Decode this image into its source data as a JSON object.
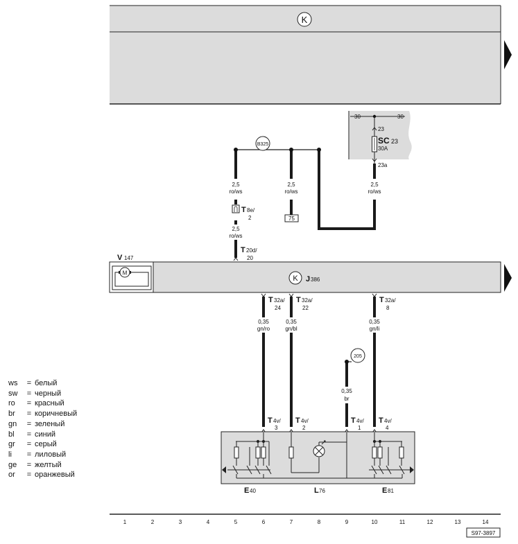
{
  "diagram_code": "S97-3897",
  "grid_numbers": [
    "1",
    "2",
    "3",
    "4",
    "5",
    "6",
    "7",
    "8",
    "9",
    "10",
    "11",
    "12",
    "13",
    "14"
  ],
  "header_symbol": "K",
  "unit_symbol": "K",
  "components": {
    "V147": {
      "main": "V",
      "sub": "147"
    },
    "J386": {
      "main": "J",
      "sub": "386"
    },
    "SC23": {
      "main": "SC",
      "sub": "23",
      "rating": "30A",
      "pin_top": "23",
      "pin_bottom": "23a"
    },
    "E40": {
      "main": "E",
      "sub": "40"
    },
    "L76": {
      "main": "L",
      "sub": "76"
    },
    "E81": {
      "main": "E",
      "sub": "81"
    }
  },
  "terminal_30_left": "30",
  "terminal_30_right": "30",
  "motor_symbol": "M",
  "ground_points": [
    "B325",
    "205"
  ],
  "connector_75": "75",
  "wires": [
    {
      "id": "w5a",
      "gauge": "2,5",
      "color": "ro/ws"
    },
    {
      "id": "w5b",
      "gauge": "2,5",
      "color": "ro/ws"
    },
    {
      "id": "w7",
      "gauge": "2,5",
      "color": "ro/ws"
    },
    {
      "id": "w10top",
      "gauge": "2,5",
      "color": "ro/ws"
    },
    {
      "id": "w6",
      "gauge": "0,35",
      "color": "gn/ro"
    },
    {
      "id": "w7b",
      "gauge": "0,35",
      "color": "gn/bl"
    },
    {
      "id": "w10b",
      "gauge": "0,35",
      "color": "gn/li"
    },
    {
      "id": "w9",
      "gauge": "0,35",
      "color": "br"
    }
  ],
  "connectors": [
    {
      "id": "T8e",
      "main": "T",
      "sub": "8e/",
      "pin": "2"
    },
    {
      "id": "T20d",
      "main": "T",
      "sub": "20d/",
      "pin": "20"
    },
    {
      "id": "T32a24",
      "main": "T",
      "sub": "32a/",
      "pin": "24"
    },
    {
      "id": "T32a22",
      "main": "T",
      "sub": "32a/",
      "pin": "22"
    },
    {
      "id": "T32a8",
      "main": "T",
      "sub": "32a/",
      "pin": "8"
    },
    {
      "id": "T4v3",
      "main": "T",
      "sub": "4v/",
      "pin": "3"
    },
    {
      "id": "T4v2",
      "main": "T",
      "sub": "4v/",
      "pin": "2"
    },
    {
      "id": "T4v1",
      "main": "T",
      "sub": "4v/",
      "pin": "1"
    },
    {
      "id": "T4v4",
      "main": "T",
      "sub": "4v/",
      "pin": "4"
    }
  ],
  "legend": [
    {
      "abbr": "ws",
      "eq": "=",
      "text": "белый"
    },
    {
      "abbr": "sw",
      "eq": "=",
      "text": "черный"
    },
    {
      "abbr": "ro",
      "eq": "=",
      "text": "красный"
    },
    {
      "abbr": "br",
      "eq": "=",
      "text": "коричневый"
    },
    {
      "abbr": "gn",
      "eq": "=",
      "text": "зеленый"
    },
    {
      "abbr": "bl",
      "eq": "=",
      "text": "синий"
    },
    {
      "abbr": "gr",
      "eq": "=",
      "text": "серый"
    },
    {
      "abbr": "li",
      "eq": "=",
      "text": "лиловый"
    },
    {
      "abbr": "ge",
      "eq": "=",
      "text": "желтый"
    },
    {
      "abbr": "or",
      "eq": "=",
      "text": "оранжевый"
    }
  ],
  "colors": {
    "panel_fill": "#dcdcdc",
    "wire": "#1a1a1a",
    "line": "#222222"
  }
}
